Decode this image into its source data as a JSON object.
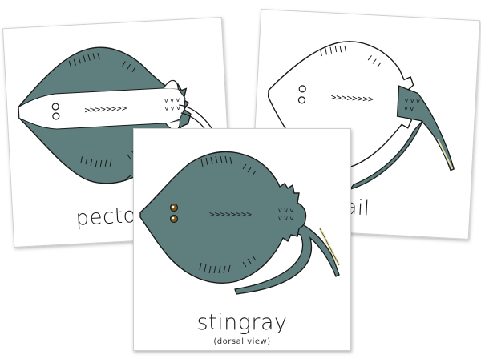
{
  "cards": {
    "left": {
      "label": "pector"
    },
    "right": {
      "label": "ail"
    },
    "front": {
      "title": "stingray",
      "subtitle": "(dorsal view)"
    }
  },
  "colors": {
    "body_fill": "#5f7f7e",
    "outline": "#1a1a1a",
    "spine": "#e4dfa8",
    "eye": "#7a5a1e"
  }
}
